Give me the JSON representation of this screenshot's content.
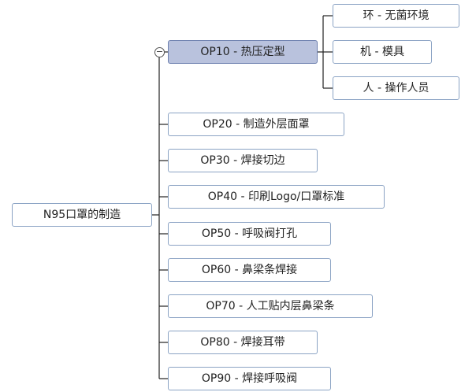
{
  "root": {
    "label": "N95口罩的制造"
  },
  "operations": [
    {
      "label": "OP10 - 热压定型",
      "selected": true
    },
    {
      "label": "OP20 - 制造外层面罩"
    },
    {
      "label": "OP30 - 焊接切边"
    },
    {
      "label": "OP40 - 印刷Logo/口罩标准"
    },
    {
      "label": "OP50 - 呼吸阀打孔"
    },
    {
      "label": "OP60 - 鼻梁条焊接"
    },
    {
      "label": "OP70 - 人工贴内层鼻梁条"
    },
    {
      "label": "OP80 - 焊接耳带"
    },
    {
      "label": "OP90 - 焊接呼吸阀"
    }
  ],
  "op10_children": [
    {
      "label": "环 - 无菌环境"
    },
    {
      "label": "机 - 模具"
    },
    {
      "label": "人 - 操作人员"
    }
  ],
  "collapse_symbol": "−",
  "colors": {
    "line": "#222222",
    "node_border": "#8ba3c4",
    "selected_fill": "#b9c2dd"
  }
}
